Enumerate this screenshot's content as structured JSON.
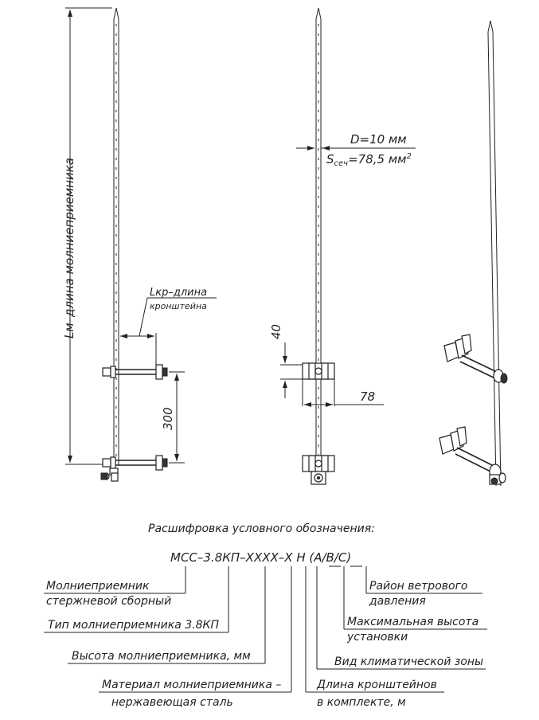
{
  "dimensions": {
    "lm_label": "Lм–длина молниеприемника",
    "lkr_label_1": "Lкр–длина",
    "lkr_label_2": "кронштейна",
    "spacing_300": "300",
    "diameter": "D=10 мм",
    "section_prefix": "S",
    "section_sub": "сеч",
    "section_value": "=78,5 мм",
    "section_exp": "2",
    "dim_40": "40",
    "dim_78": "78"
  },
  "legend": {
    "title": "Расшифровка условного обозначения:",
    "code": "МСС–3.8КП–XXXX–X Н (А/В/С)",
    "items": {
      "rod_type_1": "Молниеприемник",
      "rod_type_2": "стержневой сборный",
      "model": "Тип молниеприемника 3.8КП",
      "height": "Высота молниеприемника, мм",
      "material_1": "Материал молниеприемника –",
      "material_2": "нержавеющая сталь",
      "brackets_1": "Длина кронштейнов",
      "brackets_2": "в комплекте, м",
      "climate": "Вид климатической зоны",
      "max_height_1": "Максимальная высота",
      "max_height_2": "установки",
      "wind_1": "Район ветрового",
      "wind_2": "давления"
    }
  }
}
